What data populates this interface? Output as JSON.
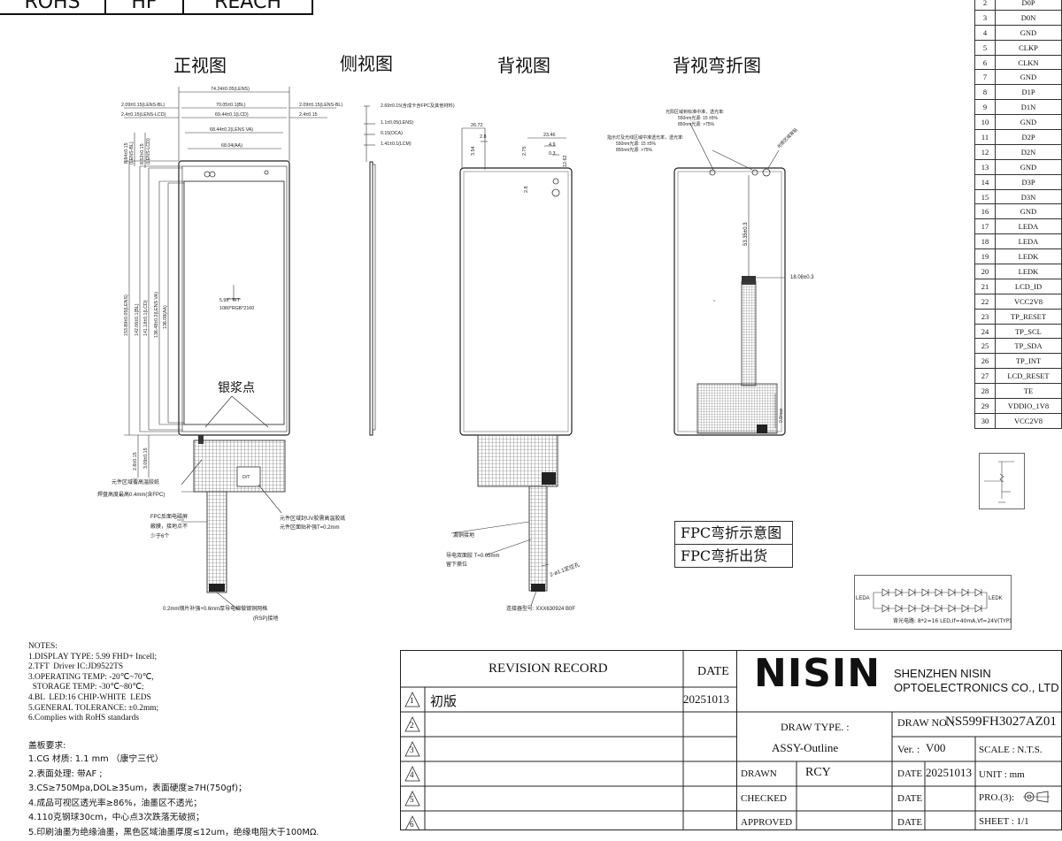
{
  "header_boxes": [
    "ROHS",
    "HF",
    "REACH"
  ],
  "views": {
    "front": "正视图",
    "side": "侧视图",
    "back": "背视图",
    "back_bend": "背视弯折图"
  },
  "front_dims": {
    "lens_w": "74.24±0.05(LENS)",
    "bl_w": "70.05±0.1(BL)",
    "lens_bl_left": "2.09±0.15(LENS-BL)",
    "lens_bl_right": "2.09±0.15(LENS-BL)",
    "lcd_w": "69.44±0.1(LCD)",
    "lens_lcd_left": "2.4±0.15(LENS-LCD)",
    "lens_lcd_right": "2.4±0.15",
    "va_w": "68.44±0.2(LENS VA)",
    "aa_w": "68.04(AA)",
    "lens_h": "153.89±0.05(LENS)",
    "bl_h": "142.06±0.1(BL)",
    "lcd_h": "141.18±0.1(LCD)",
    "va_h": "136.48±0.2(LENS VA)",
    "aa_h": "136.08(AA)",
    "top_1": "8.84±0.15",
    "top_1b": "(LENS-BL)",
    "top_2": "8.52±0.15",
    "top_2b": "(LENS-LCD)",
    "bottom_1": "2.8±0.15",
    "bottom_2": "3.09±0.15",
    "silver_paste": "银浆点",
    "center_label_1": "5.99\" TFT",
    "center_label_2": "1080*RGB*2160",
    "note_left_1": "元件区域覆高温胶纸",
    "note_left_2": "焊盘高度最高0.4mm(含FPC)",
    "note_fpc_1": "FPC反面电磁屏",
    "note_fpc_2": "蔽膜，接地点不",
    "note_fpc_3": "少于6个",
    "note_right_1": "元件区域封UV胶需高温胶纸",
    "note_right_2": "元件区面贴补强T=0.2mm",
    "note_bottom_1": "0.2mm钢片补强+0.6mm厚导电棉做镀铜网格",
    "note_bottom_2": "(RSP)接地",
    "ic_label": "D/T"
  },
  "side_dims": {
    "total": "2.69±0.15(含成卡含FPC及其他材料)",
    "cg": "1.1±0.05(LENS)",
    "oca": "0.15(OCA)",
    "lcm": "1.41±0.1(LCM)"
  },
  "back_dims": {
    "d1": "26.72",
    "d2": "2.8",
    "d3": "3.54",
    "d4": "23.46",
    "d5": "4.9",
    "d6": "0.3",
    "d7": "2.75",
    "d8": "12.62",
    "d9": "2.8",
    "note_ground": "漏铜接地",
    "note_foam_1": "导电双面胶 T=0.05mm",
    "note_foam_2": "留下撕位",
    "note_bend": "2-ø1.1定位孔",
    "note_conn": "连接器型号: XXX630924 B0F"
  },
  "bend_dims": {
    "note1_1": "光阳区域到标准中准，透光率:",
    "note1_2": "550nm光源: 15 ±5%",
    "note1_3": "850nm光源: >75%",
    "note2_1": "指示灯及光线区域中准透光率，透光率:",
    "note2_2": "550nm光源: 15 ±5%",
    "note2_3": "850nm光源: >75%",
    "note3": "光感区域背贴",
    "d_vert": "53.35±0.3",
    "d_horz": "18.08±0.3",
    "d_small": "0.8max"
  },
  "fpc_boxes": [
    "FPC弯折示意图",
    "FPC弯折出货"
  ],
  "pins": [
    [
      "2",
      "D0P"
    ],
    [
      "3",
      "D0N"
    ],
    [
      "4",
      "GND"
    ],
    [
      "5",
      "CLKP"
    ],
    [
      "6",
      "CLKN"
    ],
    [
      "7",
      "GND"
    ],
    [
      "8",
      "D1P"
    ],
    [
      "9",
      "D1N"
    ],
    [
      "10",
      "GND"
    ],
    [
      "11",
      "D2P"
    ],
    [
      "12",
      "D2N"
    ],
    [
      "13",
      "GND"
    ],
    [
      "14",
      "D3P"
    ],
    [
      "15",
      "D3N"
    ],
    [
      "16",
      "GND"
    ],
    [
      "17",
      "LEDA"
    ],
    [
      "18",
      "LEDA"
    ],
    [
      "19",
      "LEDK"
    ],
    [
      "20",
      "LEDK"
    ],
    [
      "21",
      "LCD_ID"
    ],
    [
      "22",
      "VCC2V8"
    ],
    [
      "23",
      "TP_RESET"
    ],
    [
      "24",
      "TP_SCL"
    ],
    [
      "25",
      "TP_SDA"
    ],
    [
      "26",
      "TP_INT"
    ],
    [
      "27",
      "LCD_RESET"
    ],
    [
      "28",
      "TE"
    ],
    [
      "29",
      "VDDIO_1V8"
    ],
    [
      "30",
      "VCC2V8"
    ]
  ],
  "led_circuit": {
    "leda": "LEDA",
    "ledk": "LEDK",
    "caption": "背光电路: 8*2=16 LED,If=40mA,Vf=24V(TYP)"
  },
  "notes": {
    "heading": "NOTES:",
    "lines": [
      "1.DISPLAY TYPE: 5.99 FHD+ Incell;",
      "2.TFT  Driver IC:JD9522TS",
      "3.OPERATING TEMP: -20℃~70℃,",
      "  STORAGE TEMP: -30℃~80℃;",
      "4.BL  LED:16 CHIP-WHITE  LEDS",
      "5.GENERAL TOLERANCE: ±0.2mm;",
      "6.Complies with RoHS standards"
    ],
    "cover_heading": "盖板要求:",
    "cover_lines": [
      "1.CG 材质: 1.1 mm （康宁三代）",
      "2.表面处理: 带AF    ;",
      "3.CS≥750Mpa,DOL≥35um，表面硬度≥7H(750gf)；",
      "4.成品可视区透光率≥86%，油墨区不透光；",
      "4.110克钢球30cm，中心点3次跌落无破损；",
      "5.印刷油墨为绝缘油墨，黑色区域油墨厚度≤12um，绝缘电阻大于100MΩ."
    ]
  },
  "title_block": {
    "revision_record": "REVISION  RECORD",
    "date_label": "DATE",
    "revisions": [
      {
        "num": "1",
        "desc": "初版",
        "date": "20251013"
      },
      {
        "num": "2",
        "desc": "",
        "date": ""
      },
      {
        "num": "3",
        "desc": "",
        "date": ""
      },
      {
        "num": "4",
        "desc": "",
        "date": ""
      },
      {
        "num": "5",
        "desc": "",
        "date": ""
      },
      {
        "num": "6",
        "desc": "",
        "date": ""
      }
    ],
    "logo": "NISIN",
    "company_1": "SHENZHEN NISIN",
    "company_2": "OPTOELECTRONICS CO., LTD",
    "draw_type_label": "DRAW  TYPE. :",
    "draw_type": "ASSY-Outline",
    "draw_no_label": "DRAW NO. :",
    "draw_no": "NS599FH3027AZ01",
    "ver_label": "Ver. :",
    "ver": "V00",
    "scale": "SCALE : N.T.S.",
    "drawn_label": "DRAWN",
    "drawn_by": "RCY",
    "drawn_date_label": "DATE",
    "drawn_date": "20251013",
    "unit": "UNIT : mm",
    "checked_label": "CHECKED",
    "checked_date_label": "DATE",
    "pro": "PRO.(3):",
    "approved_label": "APPROVED",
    "approved_date_label": "DATE",
    "sheet": "SHEET :  1/1"
  }
}
